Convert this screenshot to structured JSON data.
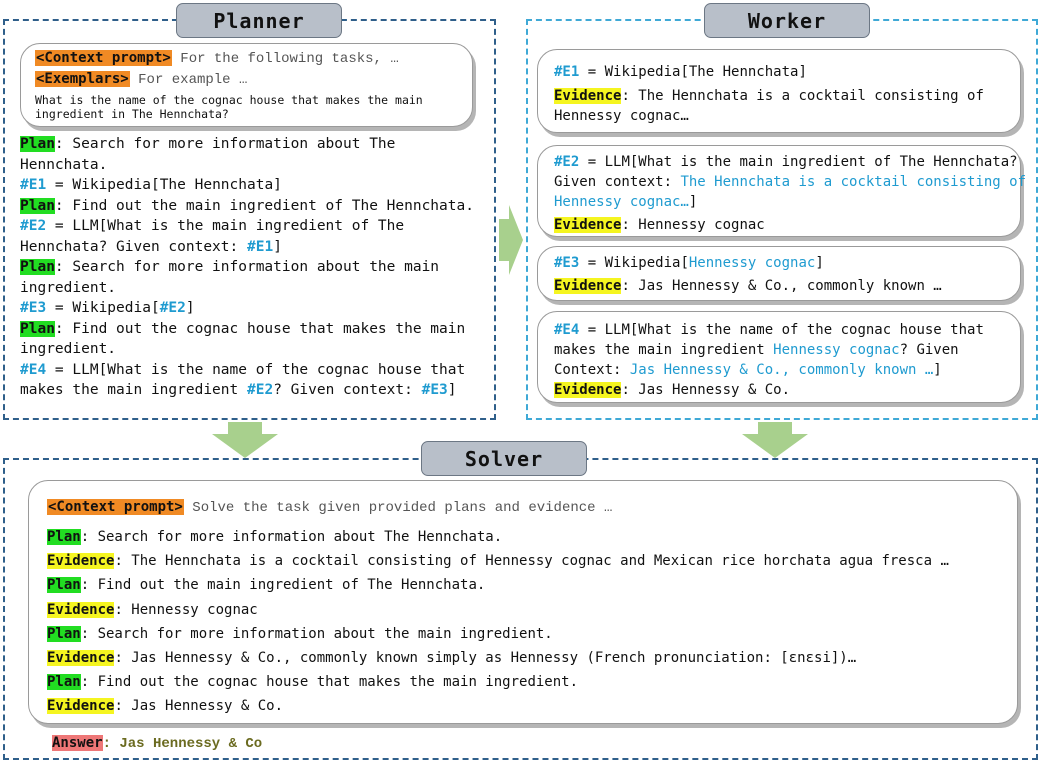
{
  "planner": {
    "title": "Planner",
    "prompt_card": {
      "context_tag": "<Context prompt>",
      "context_text": "For the following tasks, …",
      "exemplars_tag": "<Exemplars>",
      "exemplars_text": "For example …",
      "question_line1": "What is the name of the cognac house that makes the main",
      "question_line2": "ingredient in The Hennchata?"
    },
    "plan_tag": "Plan",
    "lines": {
      "l1a": ": Search for more information about The",
      "l1b": "Hennchata.",
      "e1_ref": "#E1",
      "e1_text": " = Wikipedia[The Hennchata]",
      "l2": ": Find out the main ingredient of The Hennchata.",
      "e2_ref": "#E2",
      "e2_text_a": " = LLM[What is the main ingredient of The",
      "e2_text_b": "Hennchata? Given context: ",
      "e2_ctx_ref": "#E1",
      "close": "]",
      "l3a": ": Search for more information about the main",
      "l3b": "ingredient.",
      "e3_ref": "#E3",
      "e3_text": " = Wikipedia[",
      "e3_arg_ref": "#E2",
      "l4a": ": Find out the cognac house that makes the main",
      "l4b": "ingredient.",
      "e4_ref": "#E4",
      "e4_text_a": " = LLM[What is the name of the cognac house that",
      "e4_text_b": "makes the main ingredient ",
      "e4_ing_ref": "#E2",
      "e4_text_c": "? Given context: ",
      "e4_ctx_ref": "#E3"
    }
  },
  "worker": {
    "title": "Worker",
    "evidence_tag": "Evidence",
    "cards": [
      {
        "ref": "#E1",
        "call": " = Wikipedia[The Hennchata]",
        "evidence_a": ": The Hennchata is a cocktail consisting of",
        "evidence_b": "Hennessy cognac…"
      },
      {
        "ref": "#E2",
        "call_a": " = LLM[What is the main ingredient of The Hennchata?",
        "call_b": "Given context: ",
        "ctx_a": "The Hennchata is a cocktail consisting of",
        "ctx_b": "Hennessy cognac…",
        "close": "]",
        "evidence": ": Hennessy cognac"
      },
      {
        "ref": "#E3",
        "call": " = Wikipedia[",
        "arg": "Hennessy cognac",
        "close": "]",
        "evidence": ": Jas Hennessy & Co., commonly known …"
      },
      {
        "ref": "#E4",
        "call_a": " = LLM[What is the name of the cognac house that",
        "call_b": "makes the main ingredient ",
        "ing": "Hennessy cognac",
        "call_c": "? Given",
        "call_d": "Context: ",
        "ctx": "Jas Hennessy & Co., commonly known …",
        "close": "]",
        "evidence": ": Jas Hennessy & Co."
      }
    ]
  },
  "solver": {
    "title": "Solver",
    "context_tag": "<Context prompt>",
    "context_text": "Solve the task given provided plans and evidence …",
    "plan_tag": "Plan",
    "evidence_tag": "Evidence",
    "rows": [
      {
        "kind": "plan",
        "text": ": Search for more information about The Hennchata."
      },
      {
        "kind": "evidence",
        "text": ": The Hennchata is a cocktail consisting of Hennessy cognac and Mexican rice horchata agua fresca …"
      },
      {
        "kind": "plan",
        "text": ": Find out the main ingredient of The Hennchata."
      },
      {
        "kind": "evidence",
        "text": ": Hennessy cognac"
      },
      {
        "kind": "plan",
        "text": ": Search for more information about the main ingredient."
      },
      {
        "kind": "evidence",
        "text": ": Jas Hennessy & Co., commonly known simply as Hennessy (French pronunciation: [ɛnɛsi])…"
      },
      {
        "kind": "plan",
        "text": ": Find out the cognac house that makes the main ingredient."
      },
      {
        "kind": "evidence",
        "text": ": Jas Hennessy & Co."
      }
    ],
    "answer_tag": "Answer",
    "answer_text": ": Jas Hennessy & Co"
  },
  "colors": {
    "planner_border": "#2f5f8a",
    "worker_border": "#3fa9d6",
    "arrow": "#a8d08d",
    "orange": "#f08a24",
    "green": "#22dd22",
    "yellow": "#f5f520",
    "red": "#ee7777",
    "ref_blue": "#1f9bd0"
  }
}
